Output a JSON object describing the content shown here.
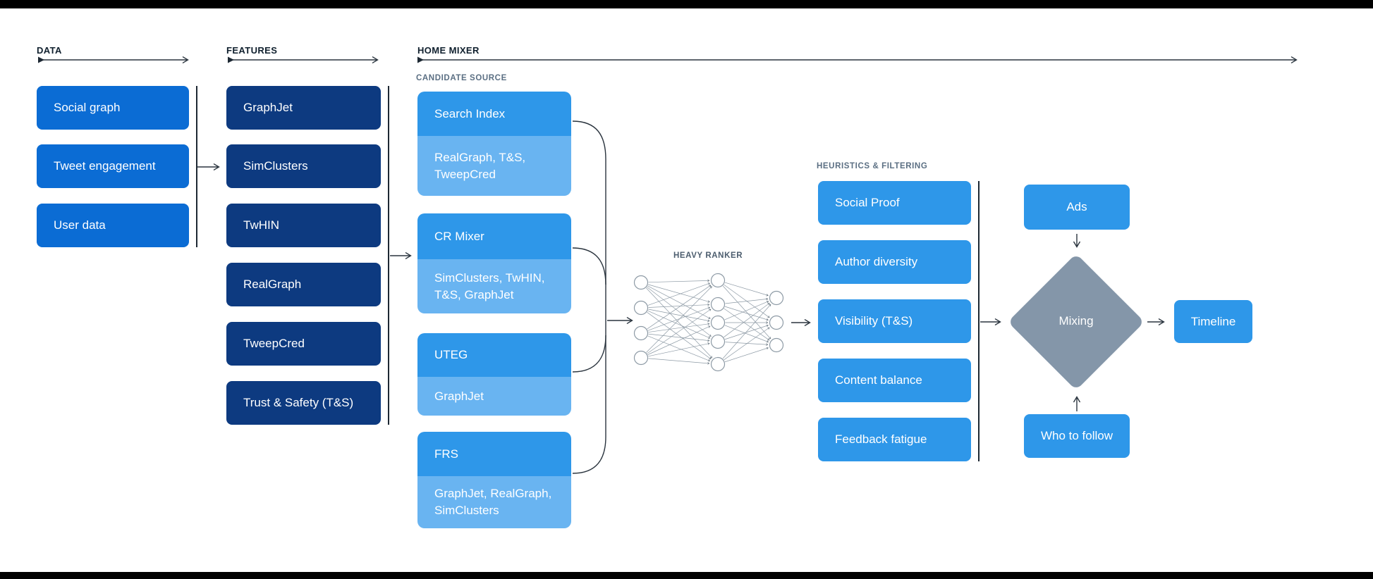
{
  "rails": {
    "data_label": "DATA",
    "features_label": "FEATURES",
    "home_mixer_label": "HOME MIXER"
  },
  "data_column": {
    "items": [
      "Social graph",
      "Tweet engagement",
      "User data"
    ]
  },
  "features_column": {
    "items": [
      "GraphJet",
      "SimClusters",
      "TwHIN",
      "RealGraph",
      "TweepCred",
      "Trust & Safety (T&S)"
    ]
  },
  "candidate_source": {
    "label": "CANDIDATE SOURCE",
    "items": [
      {
        "name": "Search Index",
        "feeds": "RealGraph, T&S, TweepCred"
      },
      {
        "name": "CR Mixer",
        "feeds": "SimClusters, TwHIN, T&S, GraphJet"
      },
      {
        "name": "UTEG",
        "feeds": "GraphJet"
      },
      {
        "name": "FRS",
        "feeds": "GraphJet, RealGraph, SimClusters"
      }
    ]
  },
  "heavy_ranker": {
    "label": "HEAVY RANKER",
    "layers": {
      "input_nodes": 4,
      "hidden_nodes": 5,
      "output_nodes": 3
    }
  },
  "heuristics": {
    "label": "HEURISTICS & FILTERING",
    "items": [
      "Social Proof",
      "Author diversity",
      "Visibility (T&S)",
      "Content balance",
      "Feedback fatigue"
    ]
  },
  "mixing_stage": {
    "ads": "Ads",
    "diamond": "Mixing",
    "who_to_follow": "Who to follow",
    "timeline": "Timeline"
  },
  "colors": {
    "data_box": "#0b6cd4",
    "feature_box": "#0d3a80",
    "candidate_header": "#2e97e9",
    "candidate_sub": "#69b4f1",
    "filter_box": "#2e97e9",
    "diamond": "#8496a9",
    "connector": "#2a343e",
    "rail_text": "#10202e",
    "section_text": "#5b6f83",
    "letterbox": "#000000",
    "background": "#ffffff"
  }
}
